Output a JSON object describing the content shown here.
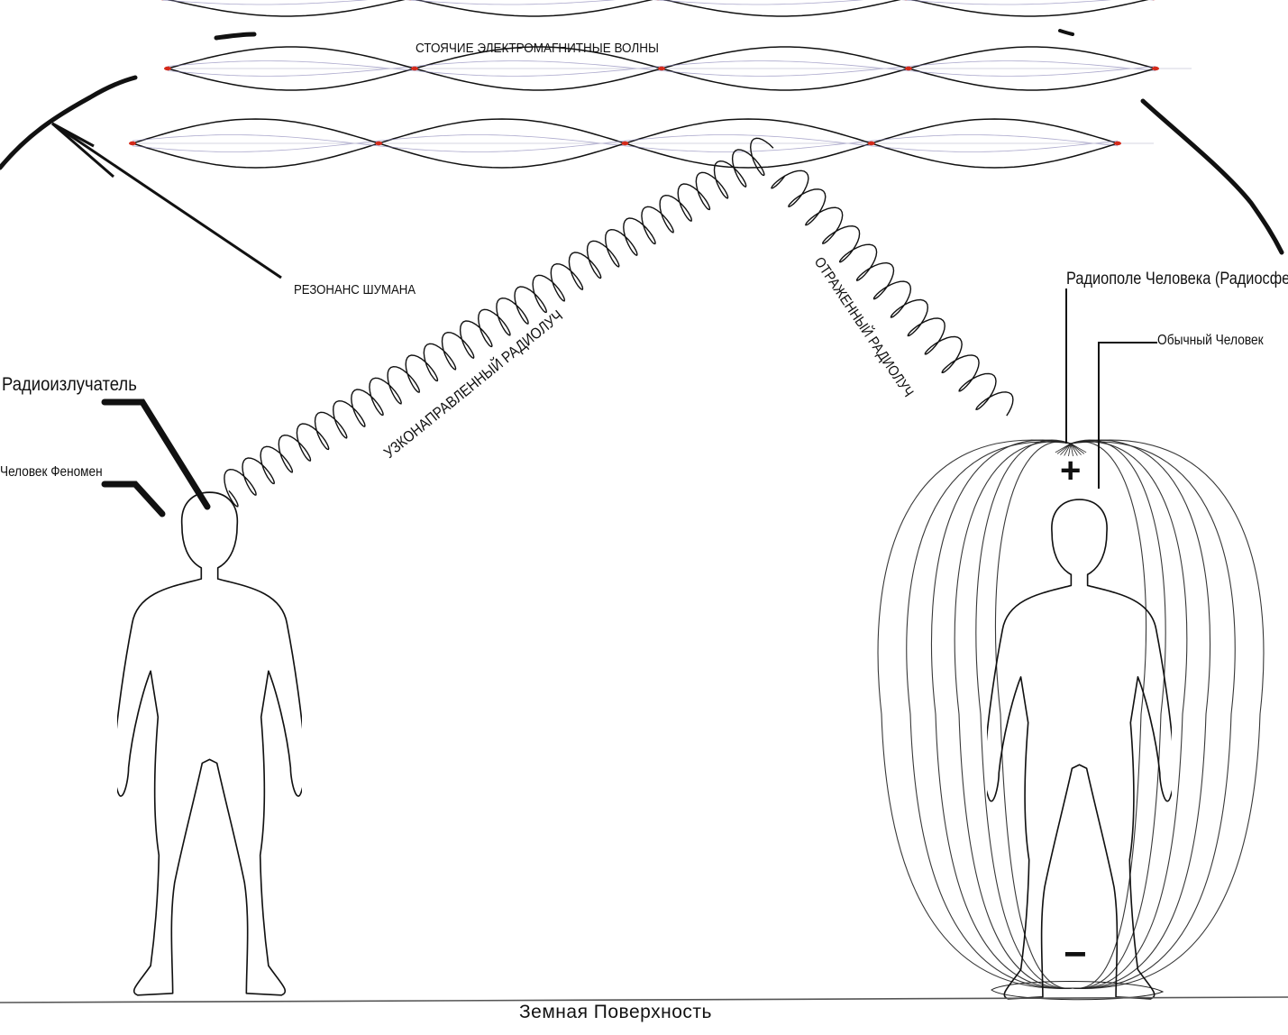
{
  "labels": {
    "standing_waves": "СТОЯЧИЕ ЭЛЕКТРОМАГНИТНЫЕ ВОЛНЫ",
    "schumann": "РЕЗОНАНС ШУМАНА",
    "emitter": "Радиоизлучатель",
    "phenomenon": "Человек Феномен",
    "narrow_beam": "УЗКОНАПРАВЛЕННЫЙ РАДИОЛУЧ",
    "reflected_beam": "ОТРАЖЕННЫЙ РАДИОЛУЧ",
    "radio_field": "Радиополе Человека (Радиосфера)",
    "ordinary_person": "Обычный Человек",
    "plus": "+",
    "minus": "−",
    "ground": "Земная Поверхность"
  },
  "colors": {
    "line": "#111111",
    "wave_node": "#d42a1a",
    "faint_wave": "#8a86b8",
    "ground": "#555555"
  }
}
